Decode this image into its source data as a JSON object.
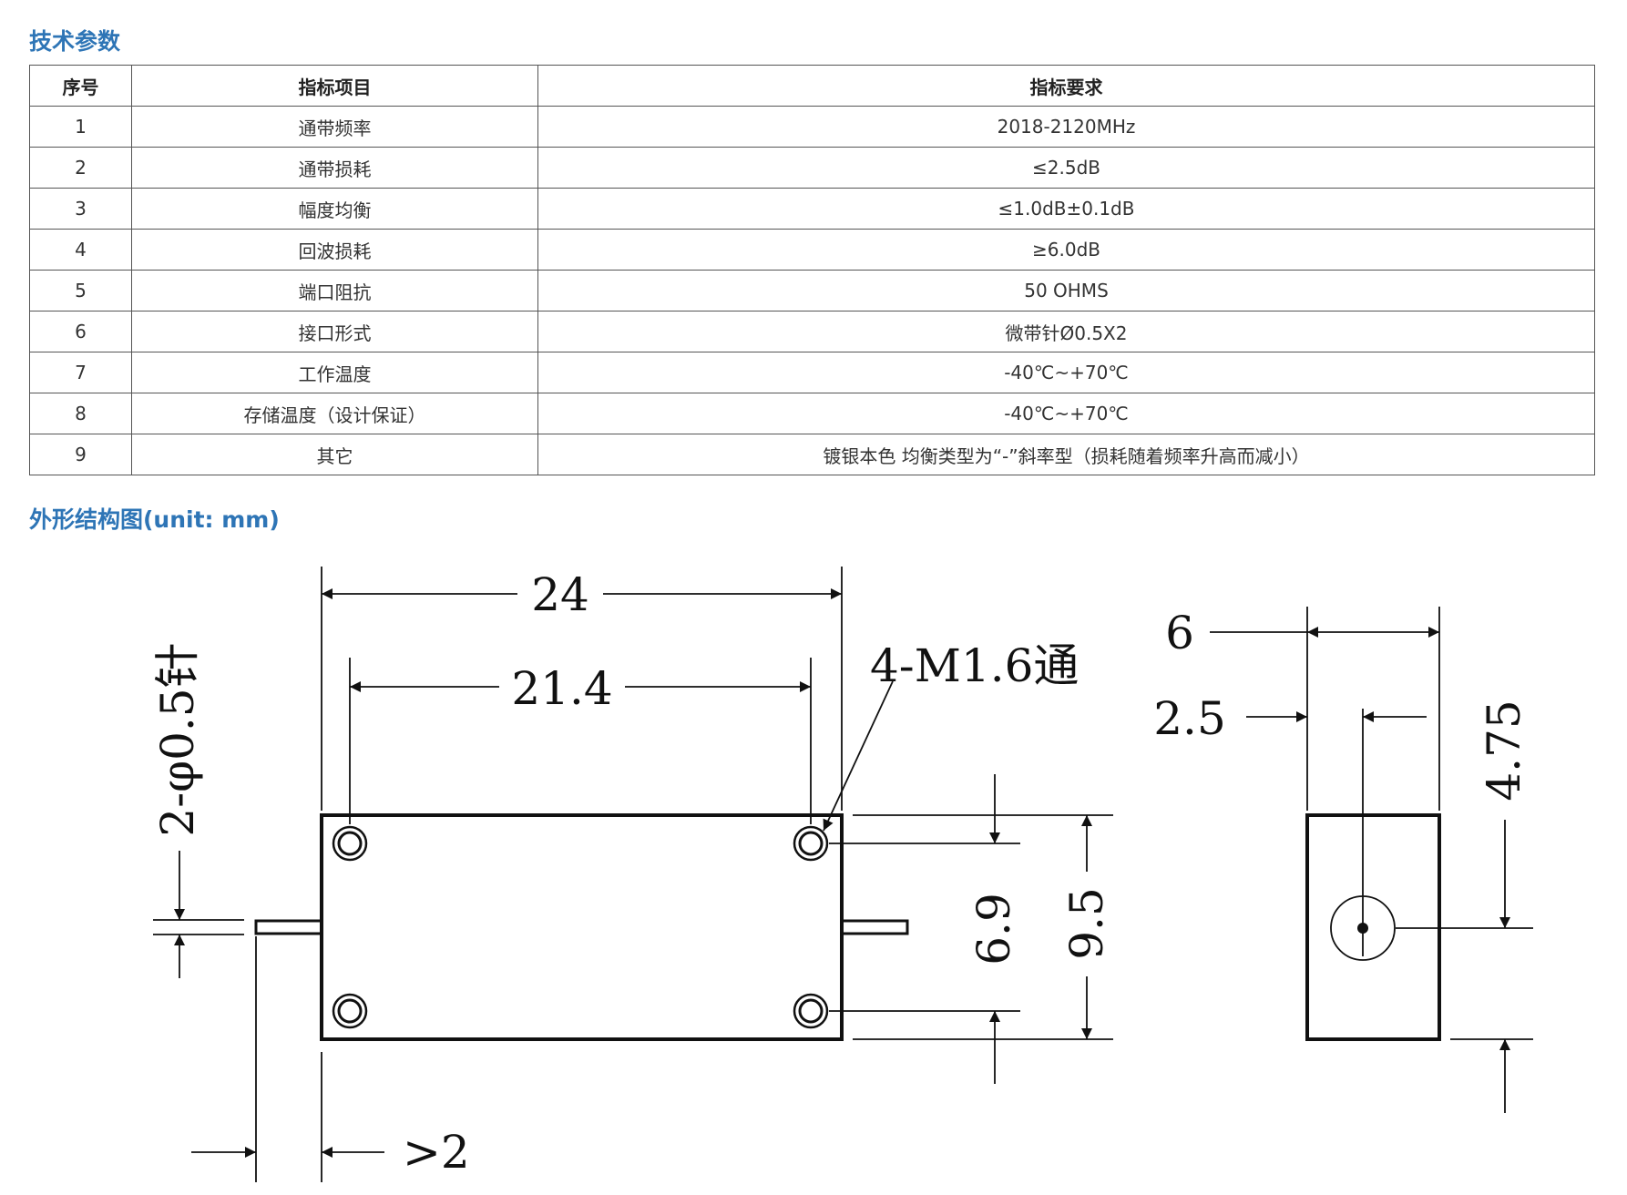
{
  "sections": {
    "specs_title": "技术参数",
    "drawing_title": "外形结构图(unit: mm)"
  },
  "table": {
    "headers": [
      "序号",
      "指标项目",
      "指标要求"
    ],
    "rows": [
      [
        "1",
        "通带频率",
        "2018-2120MHz"
      ],
      [
        "2",
        "通带损耗",
        "≤2.5dB"
      ],
      [
        "3",
        "幅度均衡",
        "≤1.0dB±0.1dB"
      ],
      [
        "4",
        "回波损耗",
        "≥6.0dB"
      ],
      [
        "5",
        "端口阻抗",
        "50 OHMS"
      ],
      [
        "6",
        "接口形式",
        "微带针Ø0.5X2"
      ],
      [
        "7",
        "工作温度",
        "-40℃~+70℃"
      ],
      [
        "8",
        "存储温度（设计保证）",
        "-40℃~+70℃"
      ],
      [
        "9",
        "其它",
        "镀银本色    均衡类型为“-”斜率型（损耗随着频率升高而减小）"
      ]
    ]
  },
  "drawing": {
    "dim_length": "24",
    "dim_hole_spacing": "21.4",
    "hole_note": "4-M1.6通",
    "pin_note": "2-φ0.5针",
    "dim_hole_pitch_v": "6.9",
    "dim_height": "9.5",
    "dim_pin_length": ">2",
    "dim_thickness": "6",
    "dim_pin_offset": "2.5",
    "dim_pin_height": "4.75"
  },
  "colors": {
    "title": "#2e75b6",
    "border": "#555555",
    "line": "#111111"
  }
}
